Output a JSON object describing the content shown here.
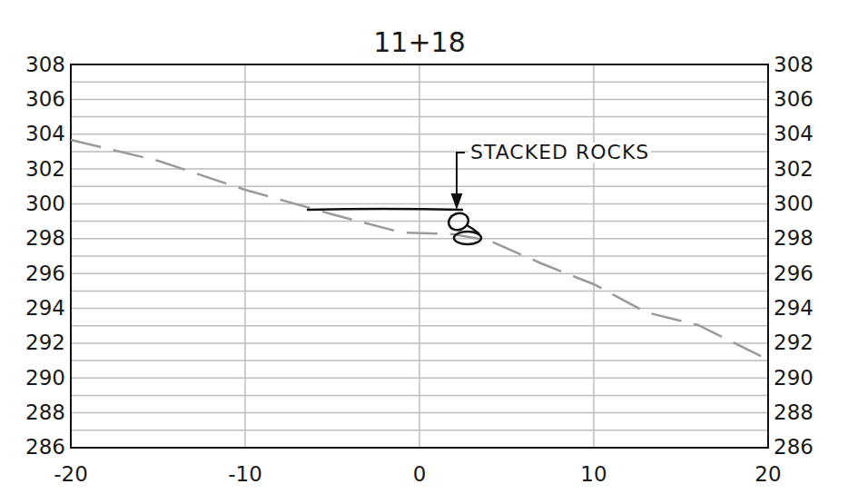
{
  "diagram": {
    "title": "11+18",
    "labels": [
      "308",
      "306",
      "304",
      "302",
      "300",
      "298",
      "296",
      "294",
      "292",
      "290",
      "288",
      "286",
      "308",
      "306",
      "304",
      "302",
      "300",
      "298",
      "296",
      "294",
      "292",
      "290",
      "288",
      "286",
      "-20",
      "-10",
      "0",
      "10",
      "20",
      "STACKED ROCKS"
    ]
  }
}
